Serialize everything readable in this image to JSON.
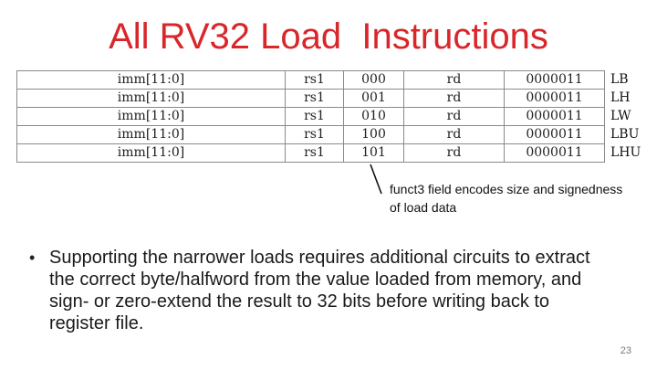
{
  "title": "All RV32 Load  Instructions",
  "table": {
    "rows": [
      {
        "imm": "imm[11:0]",
        "rs1": "rs1",
        "funct3": "000",
        "rd": "rd",
        "opcode": "0000011",
        "mnemonic": "LB"
      },
      {
        "imm": "imm[11:0]",
        "rs1": "rs1",
        "funct3": "001",
        "rd": "rd",
        "opcode": "0000011",
        "mnemonic": "LH"
      },
      {
        "imm": "imm[11:0]",
        "rs1": "rs1",
        "funct3": "010",
        "rd": "rd",
        "opcode": "0000011",
        "mnemonic": "LW"
      },
      {
        "imm": "imm[11:0]",
        "rs1": "rs1",
        "funct3": "100",
        "rd": "rd",
        "opcode": "0000011",
        "mnemonic": "LBU"
      },
      {
        "imm": "imm[11:0]",
        "rs1": "rs1",
        "funct3": "101",
        "rd": "rd",
        "opcode": "0000011",
        "mnemonic": "LHU"
      }
    ]
  },
  "annotation": "funct3 field encodes size and signedness of load data",
  "bullet": "Supporting the narrower loads requires additional circuits to extract the correct byte/halfword from the value loaded from memory, and sign- or zero-extend the result to 32 bits before writing back to register file.",
  "page_number": "23"
}
